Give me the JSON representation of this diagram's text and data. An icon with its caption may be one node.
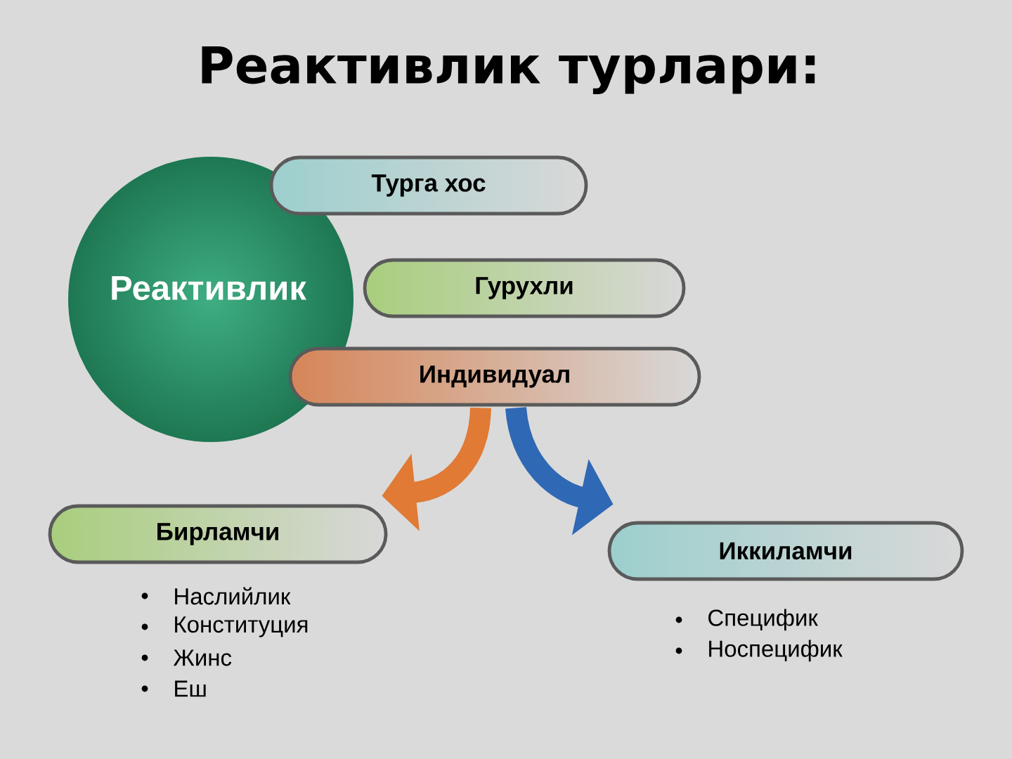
{
  "diagram": {
    "title": "Реактивлик турлари:",
    "nodes": [
      {
        "text": [
          "Реактивлик"
        ]
      },
      {
        "text": [
          "Турга хос"
        ]
      },
      {
        "text": [
          "Гурухли"
        ]
      },
      {
        "text": [
          "Индивидуал"
        ]
      },
      {
        "text": [
          "Бирламчи"
        ],
        "beside": [
          "Наслийлик",
          "Конституция",
          "Жинс",
          "Еш"
        ]
      },
      {
        "text": [
          "Иккиламчи"
        ],
        "beside": [
          "Специфик",
          "Носпецифик"
        ]
      }
    ],
    "edges": [
      {
        "from": 3,
        "to": 4,
        "arrow": "to",
        "color": "#e07a35"
      },
      {
        "from": 3,
        "to": 5,
        "arrow": "to",
        "color": "#2f68b4"
      }
    ]
  }
}
